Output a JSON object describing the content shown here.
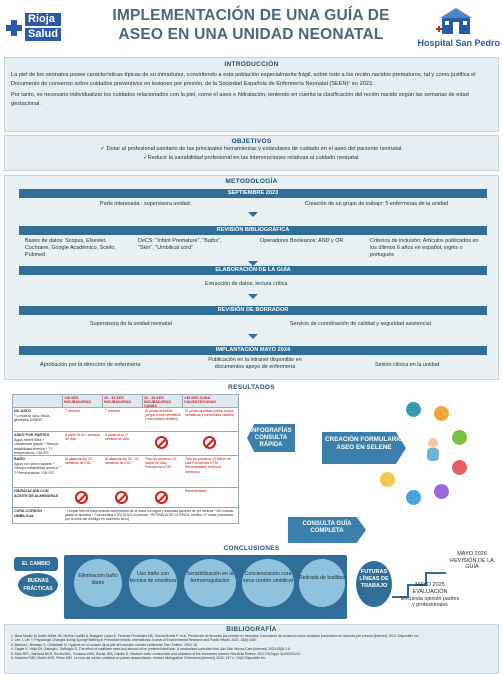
{
  "header": {
    "logo_left_line1": "Rioja",
    "logo_left_line2": "Salud",
    "title_line1": "IMPLEMENTACIÓN DE UNA GUÍA DE",
    "title_line2": "ASEO EN UNA UNIDAD NEONATAL",
    "logo_right": "Hospital San Pedro"
  },
  "intro": {
    "title": "INTRODUCCIÓN",
    "p1": "La piel de los neonatos posee características típicas de su inmadurez, convirtiendo a esta población especialmente frágil, sobre todo a los recién nacidos prematuros, tal y como justifica el Documento de consenso sobre cuidados preventivos en lesiones por presión, de la Sociedad Española de Enfermería Neonatal (SEEN)¹ en 2023.",
    "p2": "Por tanto, es necesario individualizar los cuidados relacionados con la piel, como el aseo e hidratación, teniendo en cuenta la clasificación del recién nacido según las semanas de edad gestacional."
  },
  "objetivos": {
    "title": "OBJETIVOS",
    "o1": "✓ Dotar al profesional sanitario de las principales herramientas y estándares de cuidado en el aseo del paciente neonatal.",
    "o2": "✓Reducir la variabilidad profesional en las intervenciones relativas al cuidado neonatal."
  },
  "metodologia": {
    "title": "METODOLOGÍA",
    "s1_title": "SEPTIEMBRE 2023",
    "s1_a": "Parte interesada : supervisora unidad",
    "s1_b": "Creación de un grupo de trabajo: 5 enfermeras de la unidad",
    "s2_title": "REVISIÓN BIBLIOGRÁFICA",
    "s2_a": "Bases de datos: Scopus, Elsevier, Cochrane, Google Académico, Scielo, Pubmed",
    "s2_b": "DeCS: \"Infant Premature\", \"Baths\", \"Skin\", \"Umbilical cord\"",
    "s2_c": "Operadores Booleanos: AND y OR",
    "s2_d": "Criterios de inclusión: Artículos publicados en los últimos 6 años en español, inglés o portugués",
    "s3_title": "ELABORACIÓN DE LA GUÍA",
    "s3_a": "Extracción de datos, lectura crítica",
    "s4_title": "REVISIÓN DE BORRADOR",
    "s4_a": "Supervisora de la unidad neonatal",
    "s4_b": "Servicio de coordinación de calidad y seguridad asistencial",
    "s5_title": "IMPLANTACIÓN MAYO 2024",
    "s5_a": "Aprobación por la dirección de enfermería",
    "s5_b": "Publicación en la intranet disponible en documentos apoyo de enfermería",
    "s5_c": "Sesión clínica en la unidad"
  },
  "resultados": {
    "title": "RESULTADOS",
    "table_headers": [
      "",
      "<28 SEG INCUBADORAS",
      "28 - 32 SEG INCUBADORAS",
      "32 - 35 SEG INCUBADORAS CUNAS",
      ">35 SEG CUNA CALIENTE/CUNAS"
    ],
    "rows": [
      {
        "label": "NO ASEO",
        "sub": "* Limpieza ojos, boca, genitales DIARIO",
        "cells": [
          "7 semana",
          "7 semana",
          "Si primeros baños (según estos hemáticos y meconiales visibles)",
          "Si primeros baños (retirar restos hemáticos y meconiales visibles)"
        ]
      },
      {
        "label": "ASEO POR PARTES",
        "sub": "Agua estéril tibia + compresas gasas * Tiempo estabilidad térmica * T.ª temperatura: >36.5ºC",
        "cells": [
          "A partir de la 1 semana de vida",
          "A partir de la 1ª semana de vida",
          "",
          ""
        ]
      },
      {
        "label": "BAÑO",
        "sub": "Agua con jabón apalos * Tiempo estabilidad térmica * T.ª temperatura: >36.5ºC",
        "cells": [
          "Al alcanzar las 32 semanas de EGC",
          "Al alcanzar las 32 - 33 semanas de EGC",
          "Tras los primeros 10 baños de vida Frecuencia c/72h",
          "Tras los primeros 10 baños de vida Frecuencia c/72h Recomendado baño por inmersión"
        ]
      },
      {
        "label": "HIDRATACIÓN CON ACEITE DE ALMENDRAS",
        "sub": "",
        "cells": [
          "",
          "",
          "",
          "Recomendado"
        ]
      },
      {
        "label": "CURA CORDÓN UMBILICAL",
        "sub": "",
        "cells": [
          "* Limpiar bien la base cuando aumentaran de la placa con agua y suavidad jabones de pH neutros",
          "* NO colocar gasas ni apósitos",
          "* Clorhexidina 0.5% SOLO si precisa",
          "* RETIRADA DE LA PINZA: Mínimo 72 horas (valorando por la zona del ombligo en momento seco)"
        ]
      }
    ],
    "arrow_infografias": "INFOGRAFÍAS CONSULTA RÁPIDA",
    "arrow_formulario": "CREACIÓN FORMULARIO ASEO EN SELENE",
    "arrow_guia": "CONSULTA GUÍA COMPLETA"
  },
  "conclusiones": {
    "title": "CONCLUSIONES",
    "badge1": "EL CAMBIO",
    "badge2": "BUENAS PRÁCTICAS",
    "items": [
      "Eliminación baño diario",
      "Uso baño con técnica de envoltura",
      "Sensibilización en la termorregulación",
      "Concienciación cura seca cordón umbilical",
      "Retirada de toallitas"
    ],
    "future": "FUTURAS LÍNEAS DE TRABAJO",
    "may2025": "MAYO 2025 EVALUACIÓN",
    "may2025_desc": "Encuesta opinión padres y profesionales",
    "may2026": "MAYO 2026 REVISIÓN DE LA GUÍA"
  },
  "bibliografia": {
    "title": "BIBLIOGRAFÍA",
    "refs": [
      "1. Mora Morillo M, Avilés Avilés JM, Muñoz Castillo A, Balaguer López E, Ferreras Fernández MS, García Molina P, et al. Prevención de lesiones por presión en neonatos. Documento de consenso sobre cuidados preventivos en lesiones por presión [Internet]. 2023. Disponible en:",
      "2. Lee J, Lee Y. Physiologic Changes during Sponge Bathing in Premature Infants. International Journal of Environmental Research and Public Health. 2021; 18(8):3487.",
      "3. Mateus L, Bressan G, Civitareale M. Hygiene en el cuidado de la piel del neonato: nuevas evidencias. Rev. Enferm. 2019; 18.",
      "4. Cagler S, Yildiz GK, Bakoglu I, Salihoglu O. The effect of sunflower seed and almond oil on preterm infant skin. A randomized controlled trial. Adv Skin Wound Care [Internet]. 2020;33(8):1-6.",
      "5. Silva RPC, Barbosa MCR, Rocha MAL, Fonseca LMM, Rocha JRA, Cardim D. Newborn bath: construction and validation of the instrument content. Rev Bras Enferm. 2021;74(Suppl 4):e20201103.",
      "6. Sánchez FMD, Martín MJS, Pérez AMJ. La cura del cordón umbilical en países desarrollados: revisión bibliográfica. Enfermería [Internet]. 2020; V17 n. 13(4) Disponible en:"
    ]
  },
  "colors": {
    "title": "#4c6878",
    "accent": "#2f6e98",
    "panel": "#e6eef3",
    "teal_circle": "#3b9bb0"
  }
}
